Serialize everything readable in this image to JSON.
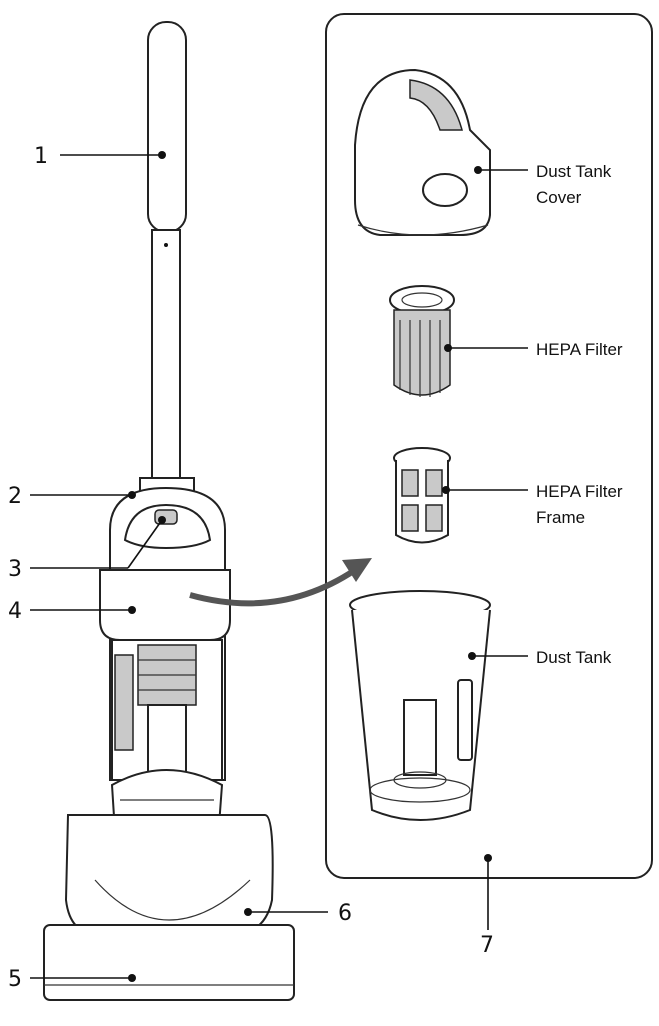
{
  "callouts": [
    {
      "id": "1",
      "number": "1"
    },
    {
      "id": "2",
      "number": "2"
    },
    {
      "id": "3",
      "number": "3"
    },
    {
      "id": "4",
      "number": "4"
    },
    {
      "id": "5",
      "number": "5"
    },
    {
      "id": "6",
      "number": "6"
    },
    {
      "id": "7",
      "number": "7"
    }
  ],
  "parts": {
    "dust_tank_cover": [
      "Dust Tank",
      "Cover"
    ],
    "hepa_filter": [
      "HEPA Filter"
    ],
    "hepa_filter_frame": [
      "HEPA Filter",
      "Frame"
    ],
    "dust_tank": [
      "Dust Tank"
    ]
  },
  "colors": {
    "line": "#222222",
    "accent_grey": "#c9c9c9",
    "arrow": "#555555"
  }
}
